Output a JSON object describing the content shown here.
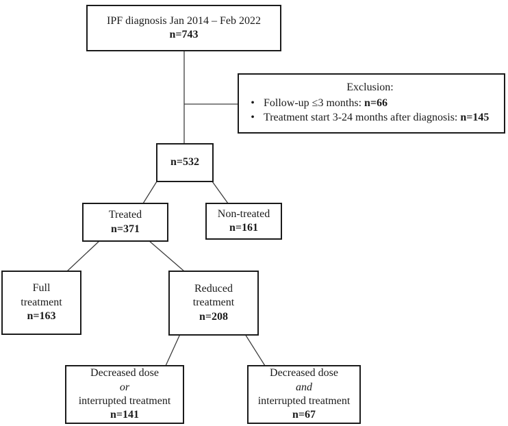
{
  "diagram": {
    "title_hint": "IPF treatment patient flow chart",
    "colors": {
      "background": "#ffffff",
      "box_border": "#1a1a1a",
      "connector_line": "#3d3d3d",
      "text": "#1a1a1a"
    },
    "bullet_glyph": "•",
    "boxes": {
      "top": {
        "line1": "IPF diagnosis Jan 2014 – Feb 2022",
        "n": "n=743"
      },
      "exclusion": {
        "title": "Exclusion:",
        "items": [
          {
            "text": "Follow-up ≤3 months: ",
            "n": "n=66"
          },
          {
            "text": "Treatment start 3-24 months after diagnosis: ",
            "n": "n=145"
          }
        ]
      },
      "cohort": {
        "n": "n=532"
      },
      "treated": {
        "label": "Treated",
        "n": "n=371"
      },
      "nontreated": {
        "label": "Non-treated",
        "n": "n=161"
      },
      "full": {
        "line1": "Full",
        "line2": "treatment",
        "n": "n=163"
      },
      "reduced": {
        "line1": "Reduced",
        "line2": "treatment",
        "n": "n=208"
      },
      "decreased_or": {
        "line1": "Decreased dose",
        "conj": "or",
        "line2": "interrupted treatment",
        "n": "n=141"
      },
      "decreased_and": {
        "line1": "Decreased dose",
        "conj": "and",
        "line2": "interrupted treatment",
        "n": "n=67"
      }
    }
  }
}
